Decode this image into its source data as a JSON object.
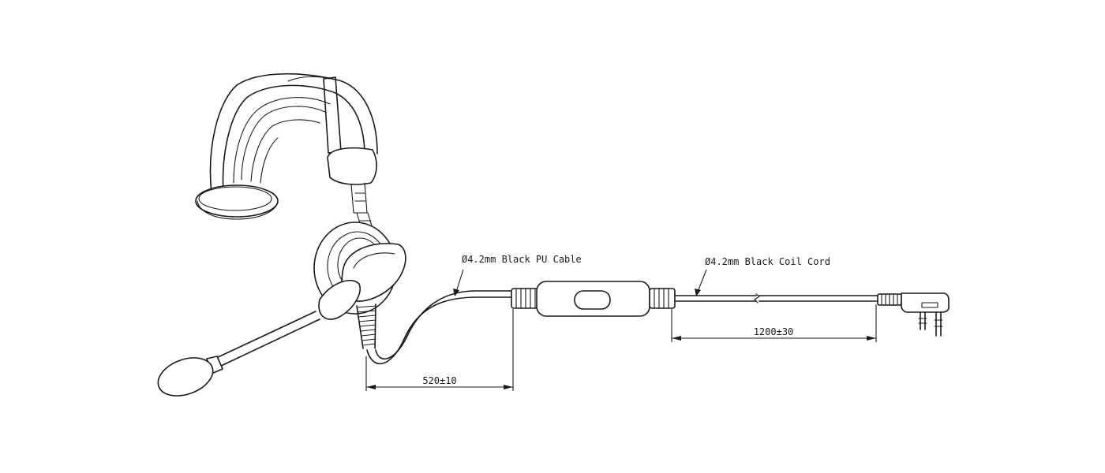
{
  "callouts": {
    "pu_cable": "Ø4.2mm Black PU Cable",
    "coil_cord": "Ø4.2mm Black Coil Cord"
  },
  "dimensions": {
    "pu_cable_length": "520±10",
    "coil_cord_length": "1200±30"
  },
  "colors": {
    "line": "#1a1a1a",
    "background": "#ffffff"
  }
}
